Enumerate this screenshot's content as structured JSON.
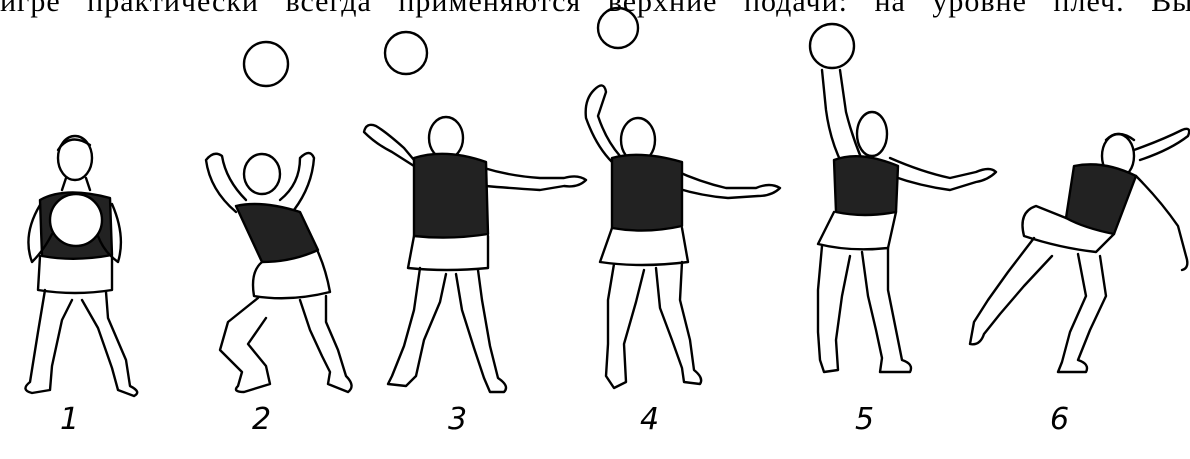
{
  "header_text": "игре практически всегда применяются верхние подачи: на уровне плеч. Высшая ру",
  "figures": [
    {
      "label": "1",
      "icon": "player-holding-ball-icon"
    },
    {
      "label": "2",
      "icon": "player-ball-toss-icon"
    },
    {
      "label": "3",
      "icon": "player-arm-back-icon"
    },
    {
      "label": "4",
      "icon": "player-swing-icon"
    },
    {
      "label": "5",
      "icon": "player-hit-ball-icon"
    },
    {
      "label": "6",
      "icon": "player-follow-through-icon"
    }
  ]
}
